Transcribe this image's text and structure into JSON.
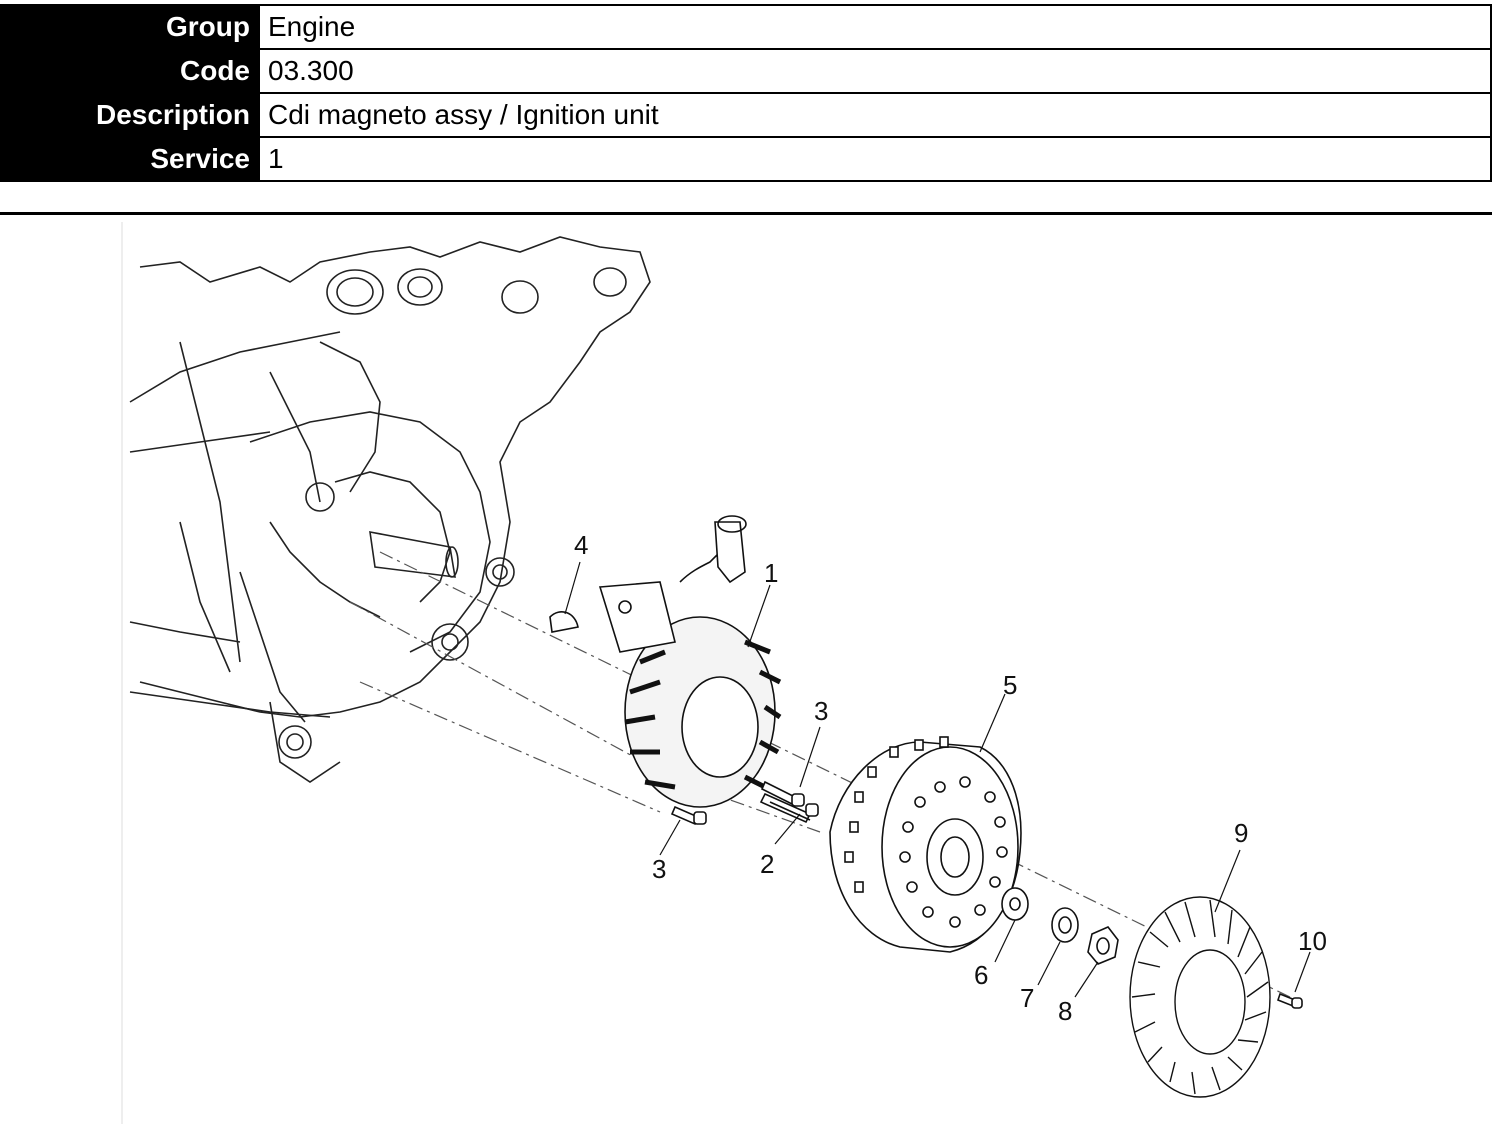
{
  "info": {
    "rows": [
      {
        "label": "Group",
        "value": "Engine"
      },
      {
        "label": "Code",
        "value": "03.300"
      },
      {
        "label": "Description",
        "value": "Cdi magneto assy / Ignition unit"
      },
      {
        "label": "Service",
        "value": "1"
      }
    ]
  },
  "figure": {
    "callouts": [
      "1",
      "2",
      "3",
      "3",
      "4",
      "5",
      "6",
      "7",
      "8",
      "9",
      "10"
    ]
  }
}
